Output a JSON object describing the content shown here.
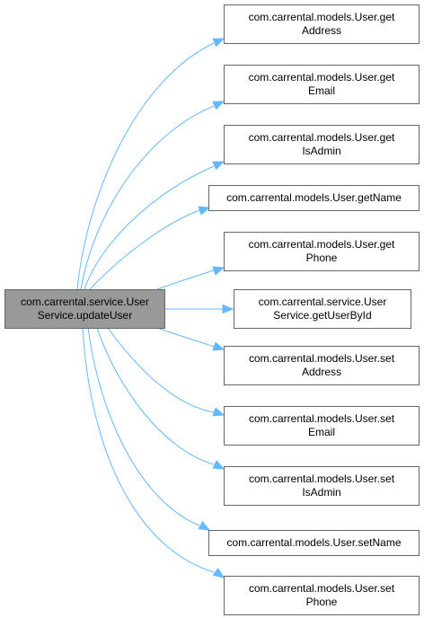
{
  "graph": {
    "source": {
      "lines": [
        "com.carrental.service.User",
        "Service.updateUser"
      ],
      "fill": "#999999"
    },
    "targets": [
      {
        "lines": [
          "com.carrental.models.User.get",
          "Address"
        ]
      },
      {
        "lines": [
          "com.carrental.models.User.get",
          "Email"
        ]
      },
      {
        "lines": [
          "com.carrental.models.User.get",
          "IsAdmin"
        ]
      },
      {
        "lines": [
          "com.carrental.models.User.getName"
        ]
      },
      {
        "lines": [
          "com.carrental.models.User.get",
          "Phone"
        ]
      },
      {
        "lines": [
          "com.carrental.service.User",
          "Service.getUserById"
        ]
      },
      {
        "lines": [
          "com.carrental.models.User.set",
          "Address"
        ]
      },
      {
        "lines": [
          "com.carrental.models.User.set",
          "Email"
        ]
      },
      {
        "lines": [
          "com.carrental.models.User.set",
          "IsAdmin"
        ]
      },
      {
        "lines": [
          "com.carrental.models.User.setName"
        ]
      },
      {
        "lines": [
          "com.carrental.models.User.set",
          "Phone"
        ]
      }
    ],
    "colors": {
      "edge": "#63b8ff",
      "node_border": "#666666",
      "target_fill": "#ffffff"
    }
  }
}
